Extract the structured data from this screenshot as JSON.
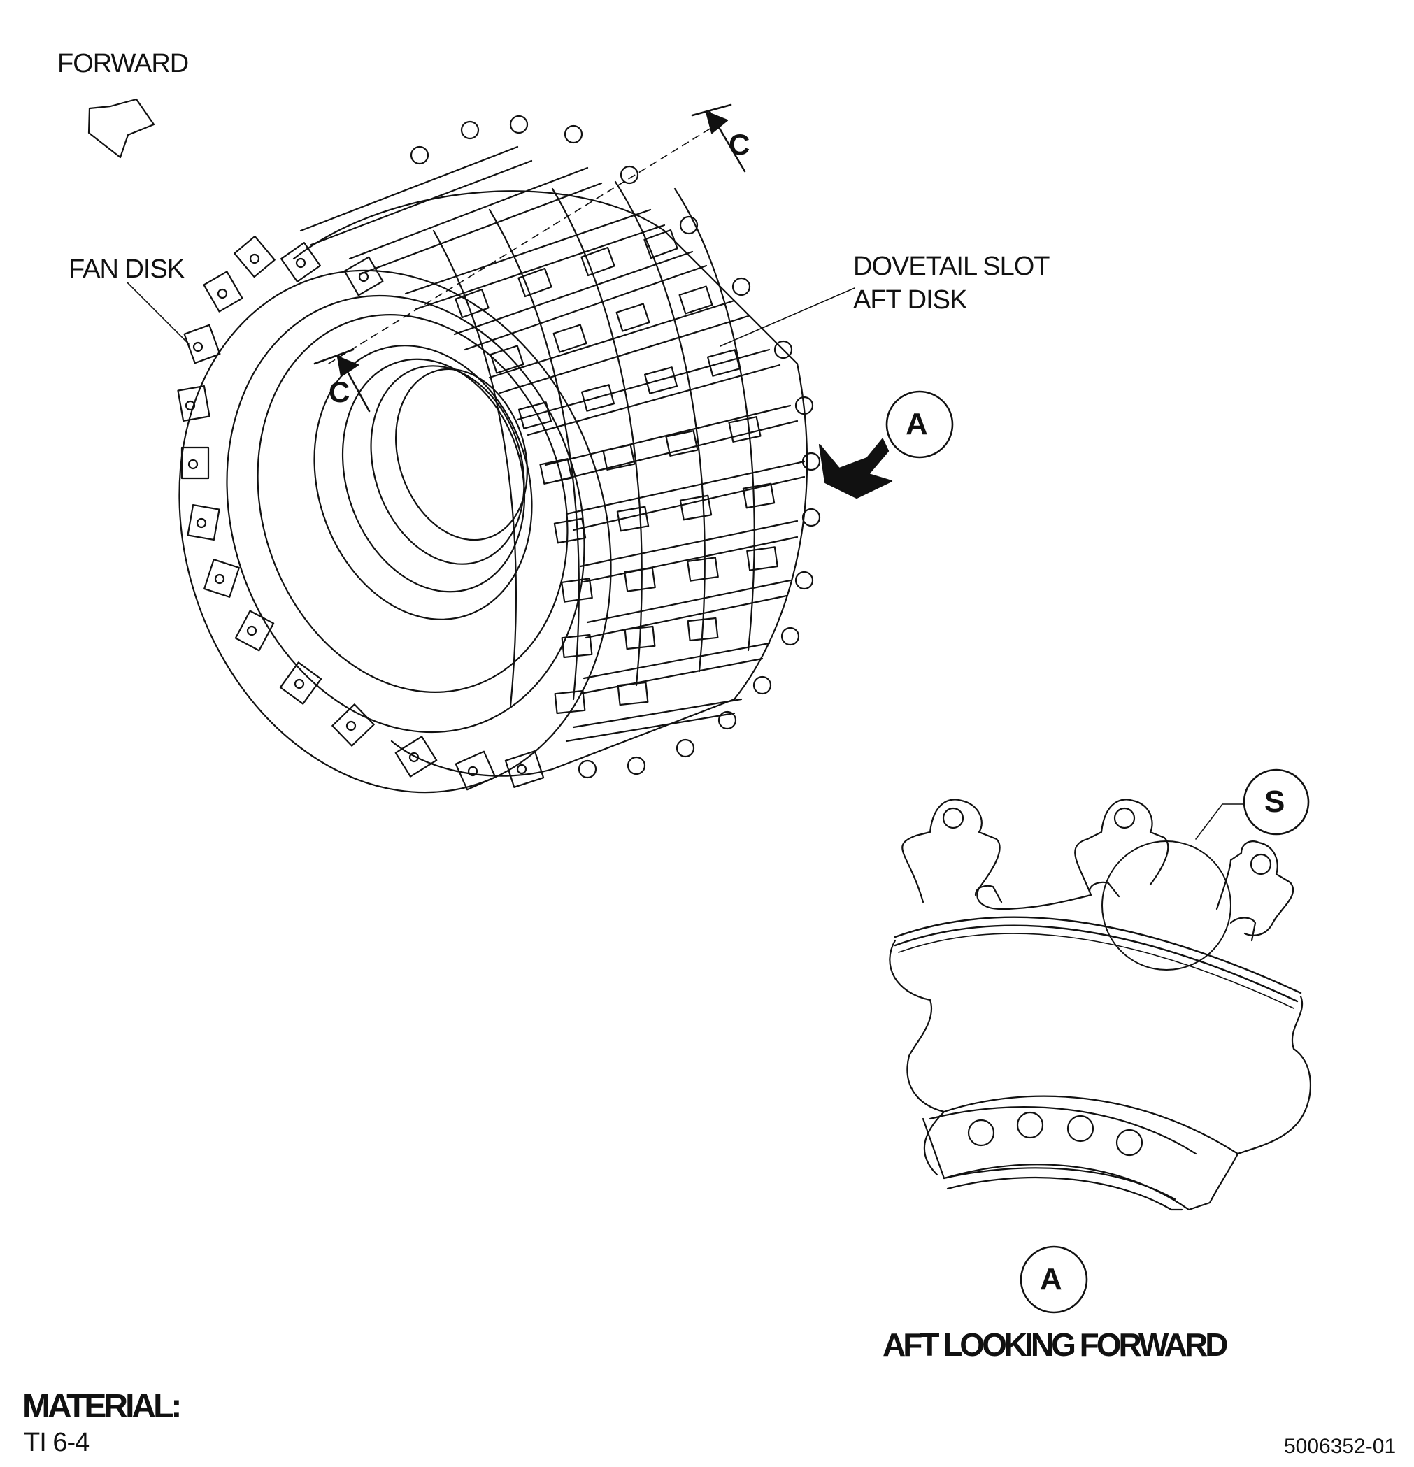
{
  "labels": {
    "forward": "FORWARD",
    "fan_disk": "FAN DISK",
    "dovetail_slot_line1": "DOVETAIL SLOT",
    "dovetail_slot_line2": "AFT DISK",
    "section_mark_top": "C",
    "section_mark_bottom": "C",
    "view_callout": "A",
    "detail_callout": "S",
    "view_title_callout": "A",
    "view_title": "AFT LOOKING FORWARD",
    "material_heading": "MATERIAL:",
    "material_value": "TI 6-4",
    "figure_number": "5006352-01"
  },
  "icons": {
    "forward_arrow": "hollow-arrow-icon",
    "view_arrow": "solid-arrow-icon",
    "section_arrow": "section-arrow-icon"
  },
  "colors": {
    "ink": "#111111",
    "paper": "#ffffff"
  }
}
